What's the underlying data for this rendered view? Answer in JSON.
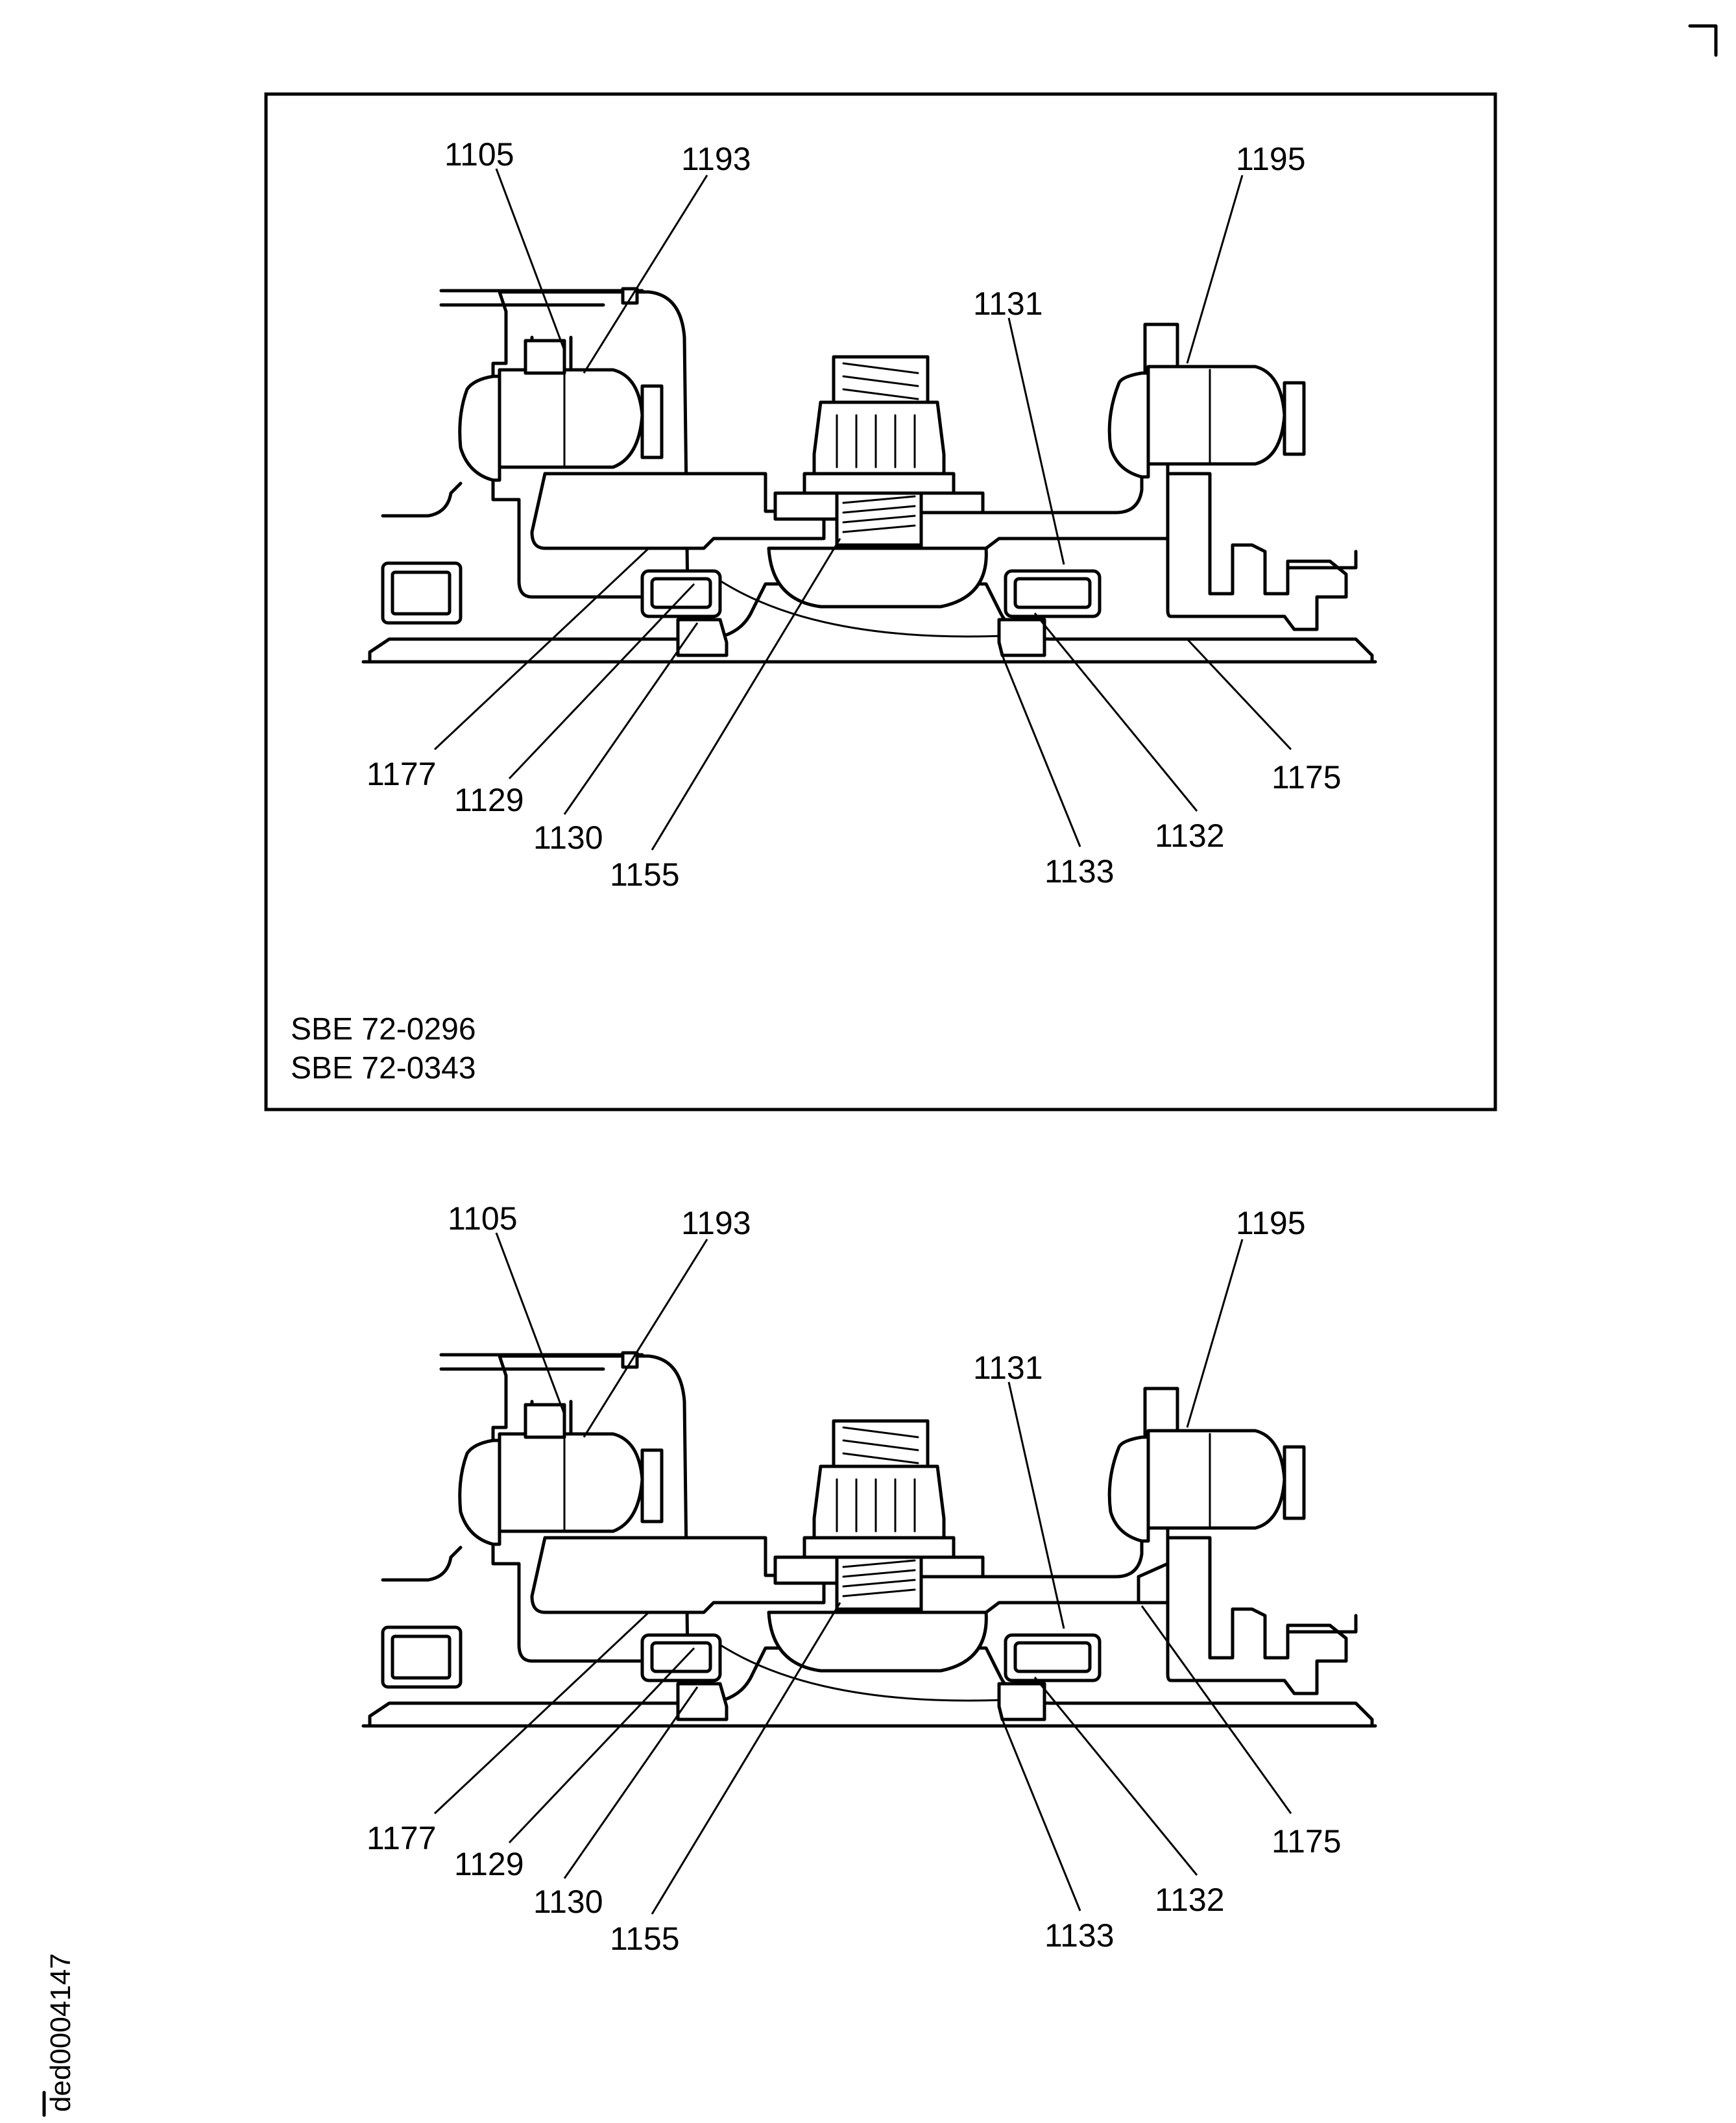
{
  "figure_id": "ded0004147",
  "views": [
    {
      "id": "upper",
      "framed": true,
      "references": [
        "SBE 72-0296",
        "SBE 72-0343"
      ],
      "callouts": [
        "1105",
        "1193",
        "1195",
        "1131",
        "1177",
        "1129",
        "1130",
        "1155",
        "1133",
        "1132",
        "1175"
      ]
    },
    {
      "id": "lower",
      "framed": false,
      "references": [],
      "callouts": [
        "1105",
        "1193",
        "1195",
        "1131",
        "1177",
        "1129",
        "1130",
        "1155",
        "1133",
        "1132",
        "1175"
      ]
    }
  ]
}
